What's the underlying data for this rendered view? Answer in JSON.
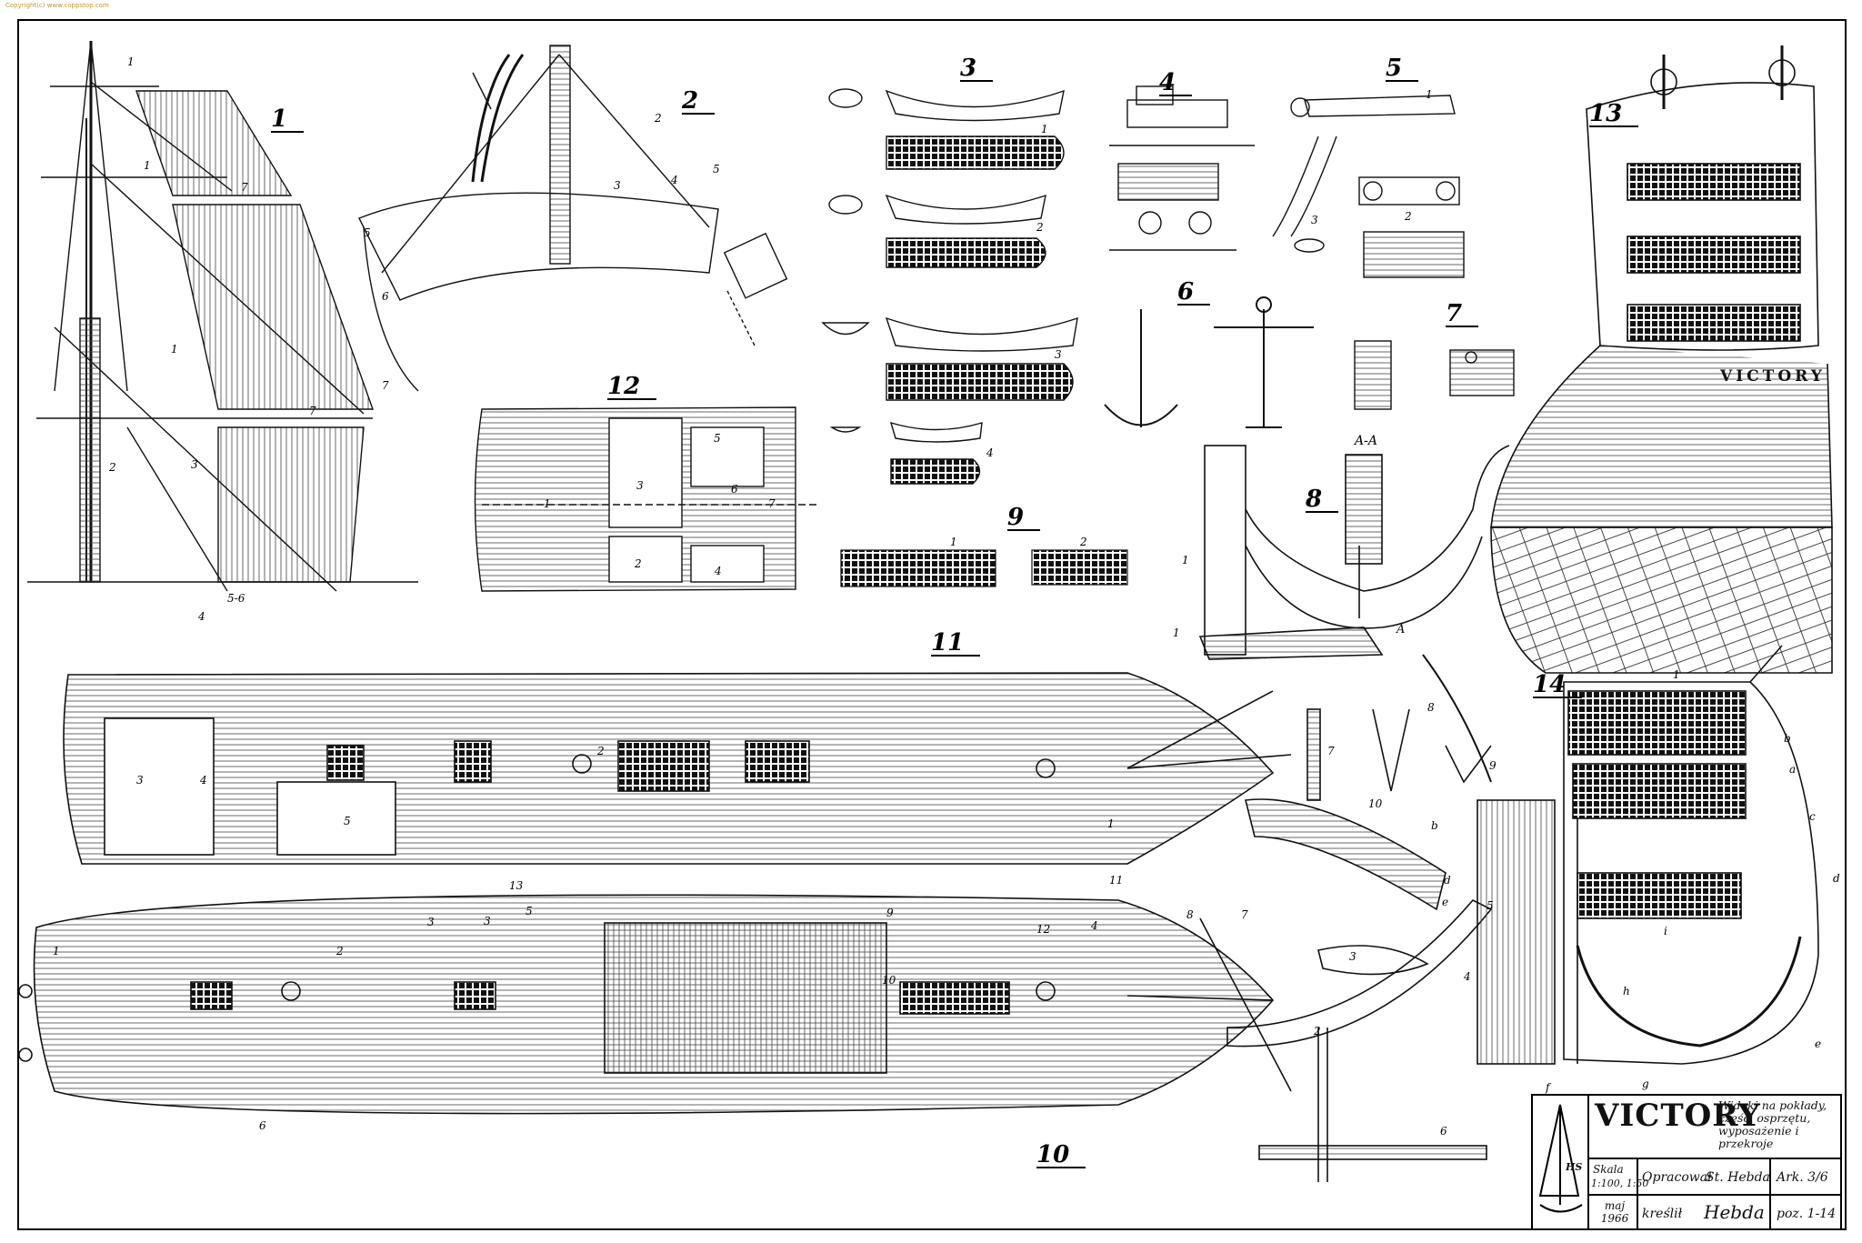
{
  "copyright": "Copyright(c) www.coppstop.com",
  "figure_numbers": [
    "1",
    "2",
    "3",
    "4",
    "5",
    "6",
    "7",
    "8",
    "9",
    "10",
    "11",
    "12",
    "13",
    "14"
  ],
  "section_label": "A-A",
  "section_marker": "A",
  "stern_plate": "VICTORY",
  "title_block": {
    "title": "VICTORY",
    "description": "Widoki na pokłady, części osprzętu, wyposażenie i przekroje",
    "scale_label": "Skala",
    "scale_value": "1:100, 1:50",
    "prepared_label": "Opracował",
    "author": "St. Hebda",
    "sheet": "Ark. 3/6",
    "date": "maj 1966",
    "drawn_label": "kreślił",
    "signature": "Hebda",
    "items": "poz. 1-14",
    "logo_letters": "HS"
  },
  "part_labels": {
    "fig1": [
      "1",
      "1",
      "1",
      "2",
      "3",
      "4",
      "5-6",
      "7",
      "7"
    ],
    "fig2": [
      "2",
      "3",
      "4",
      "5",
      "5",
      "6",
      "7"
    ],
    "boats": [
      "1",
      "2",
      "3",
      "4"
    ],
    "gun": [
      "1",
      "2",
      "3"
    ],
    "deck12": [
      "1",
      "2",
      "3",
      "4",
      "5",
      "6",
      "7"
    ],
    "deck11": [
      "1",
      "1",
      "2",
      "3",
      "4",
      "5"
    ],
    "deck10": [
      "1",
      "2",
      "3",
      "3",
      "4",
      "5",
      "6",
      "7",
      "8",
      "9",
      "10",
      "11",
      "12",
      "13"
    ],
    "frame14": [
      "1",
      "a",
      "b",
      "c",
      "d",
      "e",
      "f",
      "g",
      "h",
      "i"
    ],
    "keel": [
      "1",
      "2",
      "3",
      "4",
      "5",
      "6",
      "7",
      "8",
      "9",
      "10",
      "b",
      "d",
      "e"
    ],
    "windows9": [
      "1",
      "2"
    ]
  },
  "colors": {
    "ink": "#111111",
    "paper": "#ffffff",
    "copyright": "#c49a22"
  }
}
